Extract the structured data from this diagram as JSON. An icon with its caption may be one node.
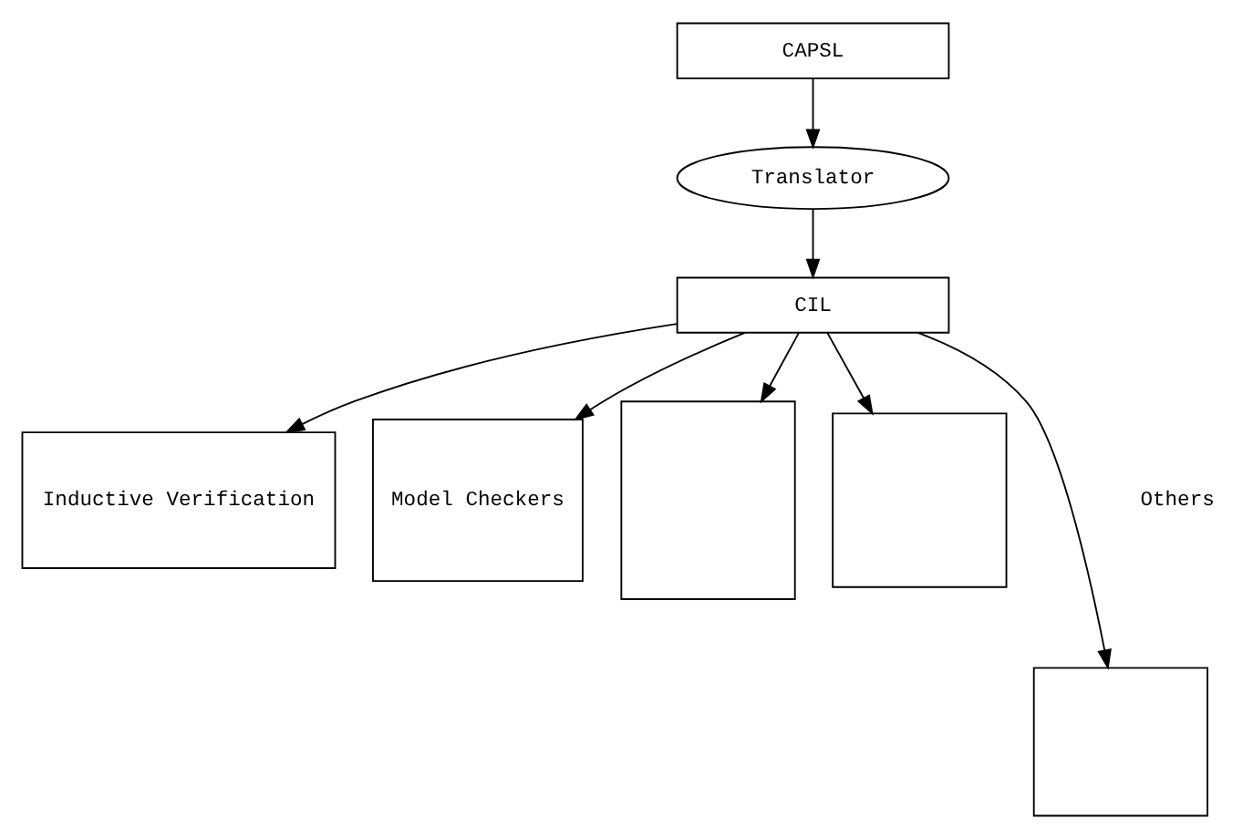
{
  "diagram": {
    "nodes": [
      {
        "text": [
          "CAPSL"
        ]
      },
      {
        "text": [
          "Translator"
        ]
      },
      {
        "text": [
          "CIL"
        ]
      },
      {
        "text": [
          "Inductive Verification"
        ]
      },
      {
        "text": [
          "Model Checkers"
        ]
      },
      {
        "text": [],
        "shape": "box"
      },
      {
        "text": [],
        "shape": "box"
      },
      {
        "text": [],
        "shape": "box"
      }
    ],
    "edges": [
      {
        "from": 0,
        "to": 1,
        "arrow": "to"
      },
      {
        "from": 1,
        "to": 2,
        "arrow": "to"
      },
      {
        "from": 2,
        "to": 3,
        "arrow": "to"
      },
      {
        "from": 2,
        "to": 4,
        "arrow": "to"
      },
      {
        "from": 2,
        "to": 5,
        "arrow": "to"
      },
      {
        "from": 2,
        "to": 6,
        "arrow": "to"
      },
      {
        "from": 2,
        "to": 7,
        "arrow": "to"
      }
    ],
    "labels": [
      "Others"
    ]
  }
}
